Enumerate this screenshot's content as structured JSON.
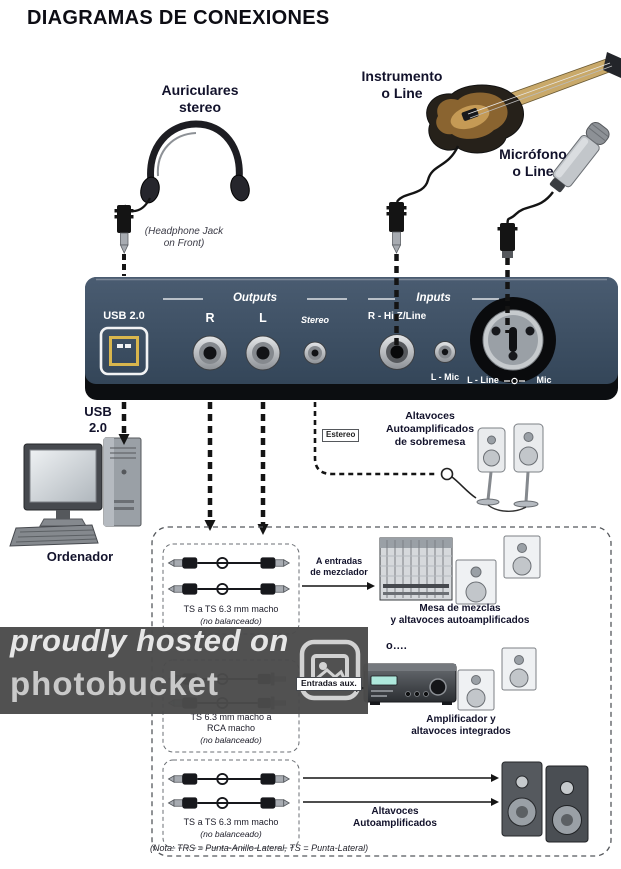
{
  "title": "DIAGRAMAS DE CONEXIONES",
  "top": {
    "headphones_label": "Auriculares\nstereo",
    "headphone_jack_note": "(Headphone Jack\non Front)",
    "instrument_label": "Instrumento\no Line",
    "microphone_label": "Micrófono\no Line"
  },
  "panel": {
    "usb_port_label": "USB 2.0",
    "outputs_header": "Outputs",
    "inputs_header": "Inputs",
    "output_r": "R",
    "output_l": "L",
    "output_stereo": "Stereo",
    "input_r": "R - Hi Z/Line",
    "input_l_mic": "L - Mic",
    "combo_line": "L - Line",
    "combo_mic": "Mic"
  },
  "computer": {
    "usb_label": "USB\n2.0",
    "name": "Ordenador"
  },
  "desktop_speakers_label": "Altavoces\nAutoamplificados\nde sobremesa",
  "stereo_cable_label": "Estereo",
  "rows": {
    "row1": {
      "cable_label": "TS a TS 6.3 mm macho",
      "cable_note": "(no balanceado)",
      "arrow_label": "A entradas\nde mezclador",
      "caption": "Mesa de mezclas\ny altavoces autoamplificados"
    },
    "or_label": "o….",
    "row2": {
      "cable_label": "TS 6.3 mm macho a\nRCA macho",
      "cable_note": "(no balanceado)",
      "arrow_label": "Entradas aux.",
      "caption": "Amplificador y\naltavoces integrados"
    },
    "row3": {
      "cable_label": "TS a TS 6.3 mm macho",
      "cable_note": "(no balanceado)",
      "caption": "Altavoces\nAutoamplificados"
    },
    "footnote": "(Nota: TRS = Punta-Anillo-Lateral, TS = Punta-Lateral)"
  },
  "watermark": {
    "line1": "proudly hosted on",
    "line2": "photobucket"
  },
  "colors": {
    "panel_face": "#3d5066",
    "usb_accent": "#d9b64d",
    "label_text": "#12122b",
    "watermark_bg": "#4b4b4b"
  }
}
